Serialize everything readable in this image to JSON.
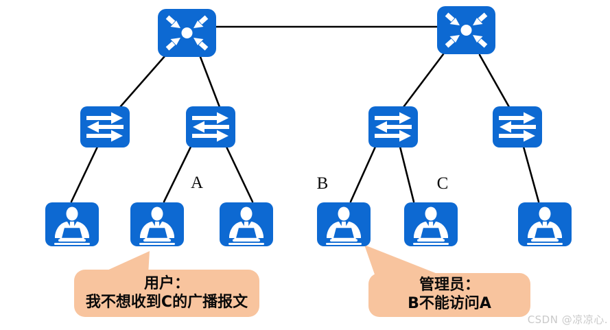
{
  "labels": {
    "a": "A",
    "b": "B",
    "c": "C"
  },
  "bubble_user": {
    "title": "用户：",
    "message": "我不想收到C的广播报文"
  },
  "bubble_admin": {
    "title": "管理员：",
    "message": "B不能访问A"
  },
  "watermark": "CSDN @凉凉心.",
  "colors": {
    "node_blue": "#0d69d2",
    "bubble_peach": "#f8c49e",
    "line_black": "#000000",
    "watermark_gray": "#c9c9c9"
  },
  "icons": {
    "router": "converging-arrows-router-icon",
    "switch": "bidirectional-arrows-switch-icon",
    "user": "person-at-laptop-icon"
  }
}
